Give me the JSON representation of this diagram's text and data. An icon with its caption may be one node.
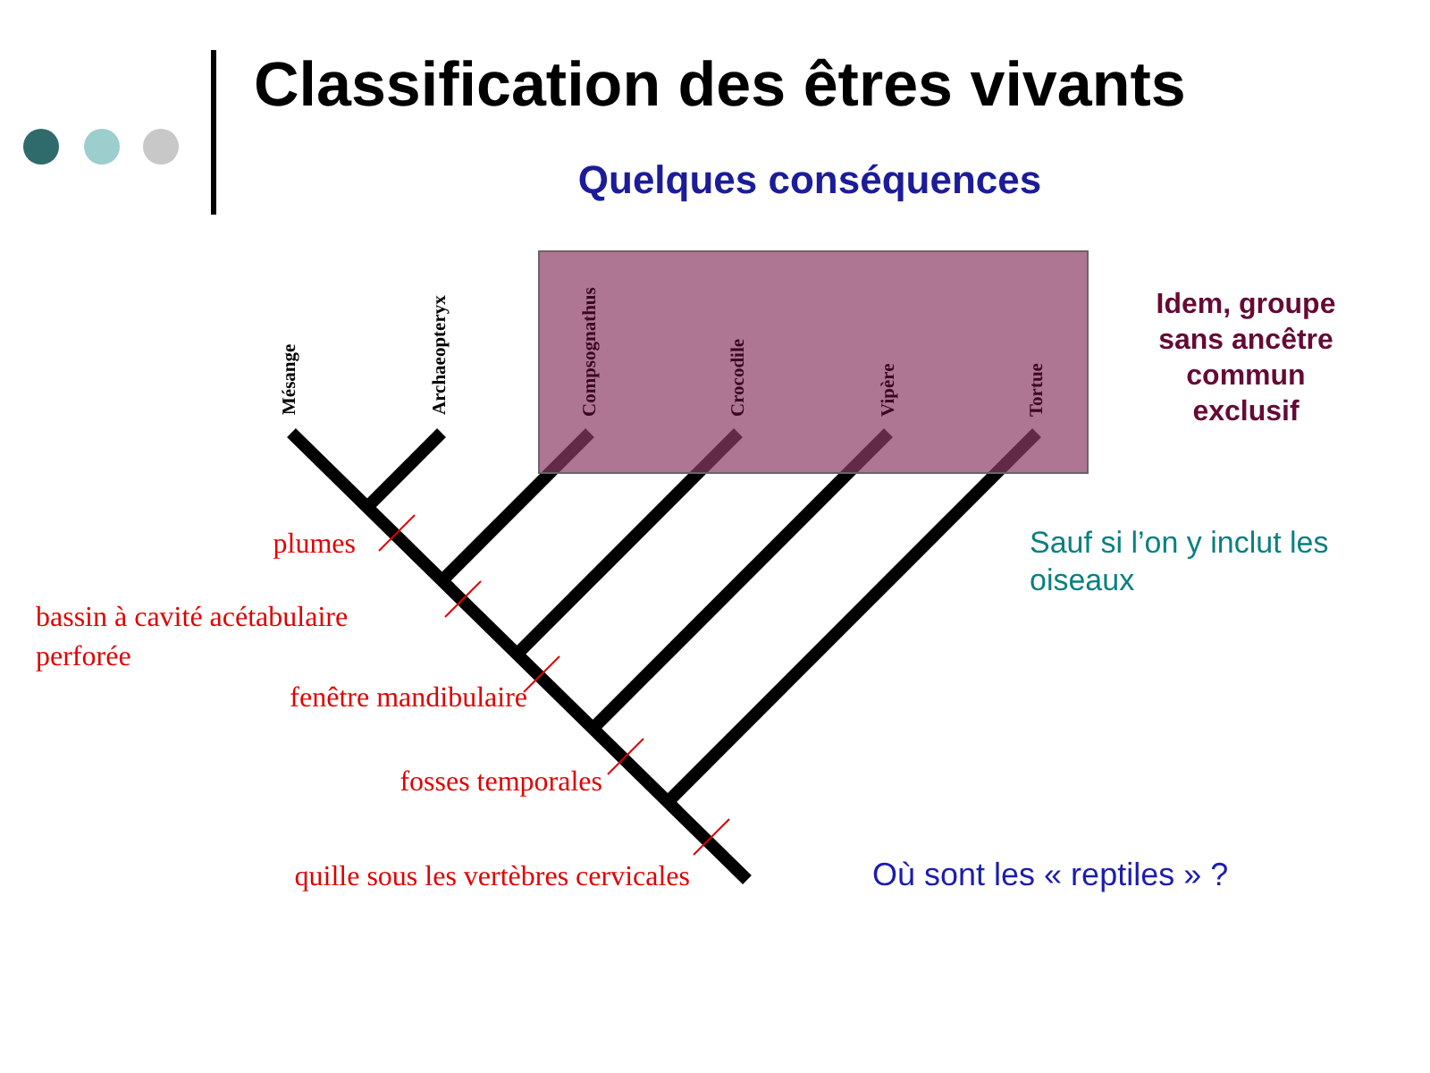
{
  "diagram": {
    "title": "Classification des êtres vivants",
    "nodes": [
      {
        "text": [
          "Mésange"
        ]
      },
      {
        "text": [
          "Archaeopteryx"
        ]
      },
      {
        "text": [],
        "shape": "box"
      },
      {
        "text": [
          "Compsognathus"
        ],
        "in": 2
      },
      {
        "text": [
          "Crocodile"
        ],
        "in": 2
      },
      {
        "text": [
          "Vipère"
        ],
        "in": 2
      },
      {
        "text": [
          "Tortue"
        ],
        "in": 2
      }
    ],
    "labels": [
      "Quelques conséquences",
      "Idem, groupe sans ancêtre commun exclusif",
      "Sauf si l’on y inclut les oiseaux",
      "plumes",
      "bassin à cavité acétabulaire perforée",
      "fenêtre mandibulaire",
      "fosses temporales",
      "quille sous les vertèbres cervicales",
      "Où sont les « reptiles » ?"
    ]
  }
}
